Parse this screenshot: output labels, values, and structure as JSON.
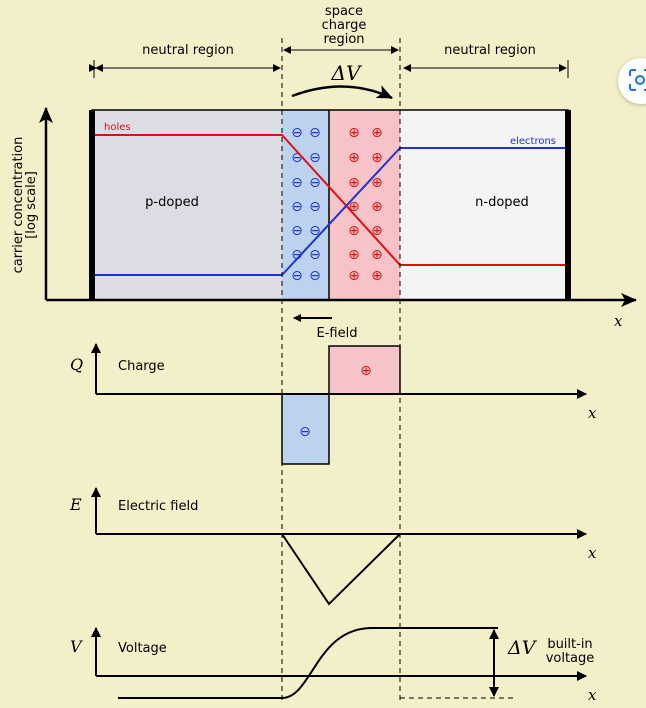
{
  "labels": {
    "space_charge_region": [
      "space",
      "charge",
      "region"
    ],
    "neutral_left": "neutral region",
    "neutral_right": "neutral region",
    "delta_v_top": "ΔV",
    "holes": "holes",
    "electrons": "electrons",
    "p_doped": "p-doped",
    "n_doped": "n-doped",
    "y_axis_label": [
      "carrier concentration",
      "[log scale]"
    ],
    "x_axis": "x",
    "e_field": "E-field",
    "charge_symbol": "Q",
    "charge": "Charge",
    "field_symbol": "E",
    "electric_field": "Electric field",
    "voltage_symbol": "V",
    "voltage": "Voltage",
    "delta_v_side": "ΔV",
    "built_in_voltage": [
      "built-in",
      "voltage"
    ],
    "minus_sign": "⊖",
    "plus_sign": "⊕"
  },
  "colors": {
    "background": "#f3f0c9",
    "p_region": "#dcdce4",
    "n_region": "#f4f4f6",
    "depletion_negative": "#bcd2ee",
    "depletion_positive": "#f6c4c8",
    "holes_line": "#dd1111",
    "electrons_line": "#2233cc"
  },
  "icons": {
    "floating_button": "scan-image-icon"
  }
}
